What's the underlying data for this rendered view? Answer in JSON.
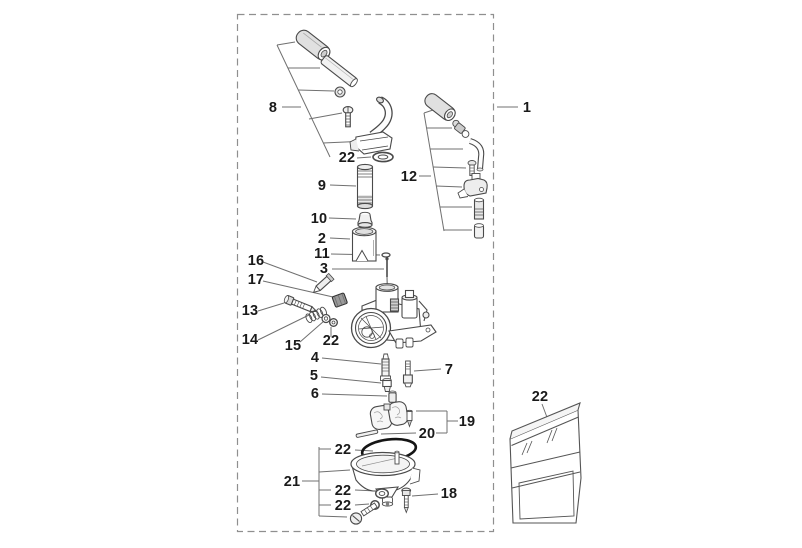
{
  "figure": {
    "kind": "exploded-parts-diagram",
    "style": {
      "background": "#ffffff",
      "part_ink": "#4a4a4a",
      "leader_ink": "#707070",
      "label_ink": "#1a1a1a",
      "dashed_border": "#8f8f8f",
      "gasket_ink": "#151515"
    }
  },
  "labels": [
    {
      "text": "1"
    },
    {
      "text": "8"
    },
    {
      "text": "22"
    },
    {
      "text": "9"
    },
    {
      "text": "12"
    },
    {
      "text": "10"
    },
    {
      "text": "2"
    },
    {
      "text": "11"
    },
    {
      "text": "3"
    },
    {
      "text": "16"
    },
    {
      "text": "17"
    },
    {
      "text": "13"
    },
    {
      "text": "14"
    },
    {
      "text": "15"
    },
    {
      "text": "22"
    },
    {
      "text": "4"
    },
    {
      "text": "7"
    },
    {
      "text": "5"
    },
    {
      "text": "6"
    },
    {
      "text": "19"
    },
    {
      "text": "20"
    },
    {
      "text": "22"
    },
    {
      "text": "21"
    },
    {
      "text": "22"
    },
    {
      "text": "22"
    },
    {
      "text": "18"
    },
    {
      "text": "22"
    }
  ]
}
